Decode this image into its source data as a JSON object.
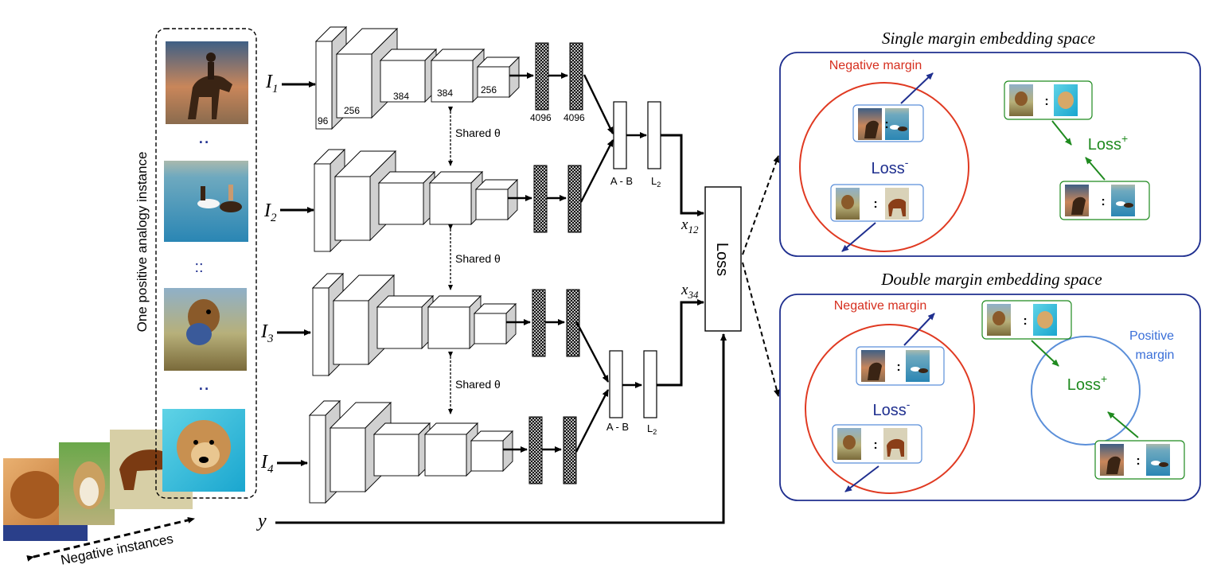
{
  "left": {
    "group_label": "One positive analogy instance",
    "separators": [
      "..",
      "::",
      ".."
    ],
    "negative_label": "Negative instances",
    "image_subjects": [
      "horse-rider-icon",
      "swimmers-horse-icon",
      "dog-icon",
      "dog-swimming-icon"
    ]
  },
  "inputs": {
    "i1_base": "I",
    "i1_sub": "1",
    "i2_base": "I",
    "i2_sub": "2",
    "i3_base": "I",
    "i3_sub": "3",
    "i4_base": "I",
    "i4_sub": "4",
    "y": "y"
  },
  "network": {
    "conv_sizes": [
      "96",
      "256",
      "384",
      "384",
      "256"
    ],
    "fc_sizes": [
      "4096",
      "4096"
    ],
    "shared": "Shared θ",
    "diff_label": "A - B",
    "norm_base": "L",
    "norm_sub": "2",
    "x12_base": "x",
    "x12_sub": "12",
    "x34_base": "x",
    "x34_sub": "34",
    "loss_box": "Loss"
  },
  "right": {
    "single_title": "Single margin embedding space",
    "double_title": "Double margin embedding space",
    "negative_margin": "Negative margin",
    "positive_margin_1": "Positive",
    "positive_margin_2": "margin",
    "loss_neg_base": "Loss",
    "loss_neg_sup": "-",
    "loss_pos_base": "Loss",
    "loss_pos_sup": "+",
    "pair_sep": ":"
  },
  "colors": {
    "navy": "#1f2f8f",
    "red": "#e03a22",
    "green": "#1f8a1f",
    "blue_circle": "#5b8fd9",
    "blue_text": "#3a6fd8",
    "neg_label": "#d62f1f"
  }
}
